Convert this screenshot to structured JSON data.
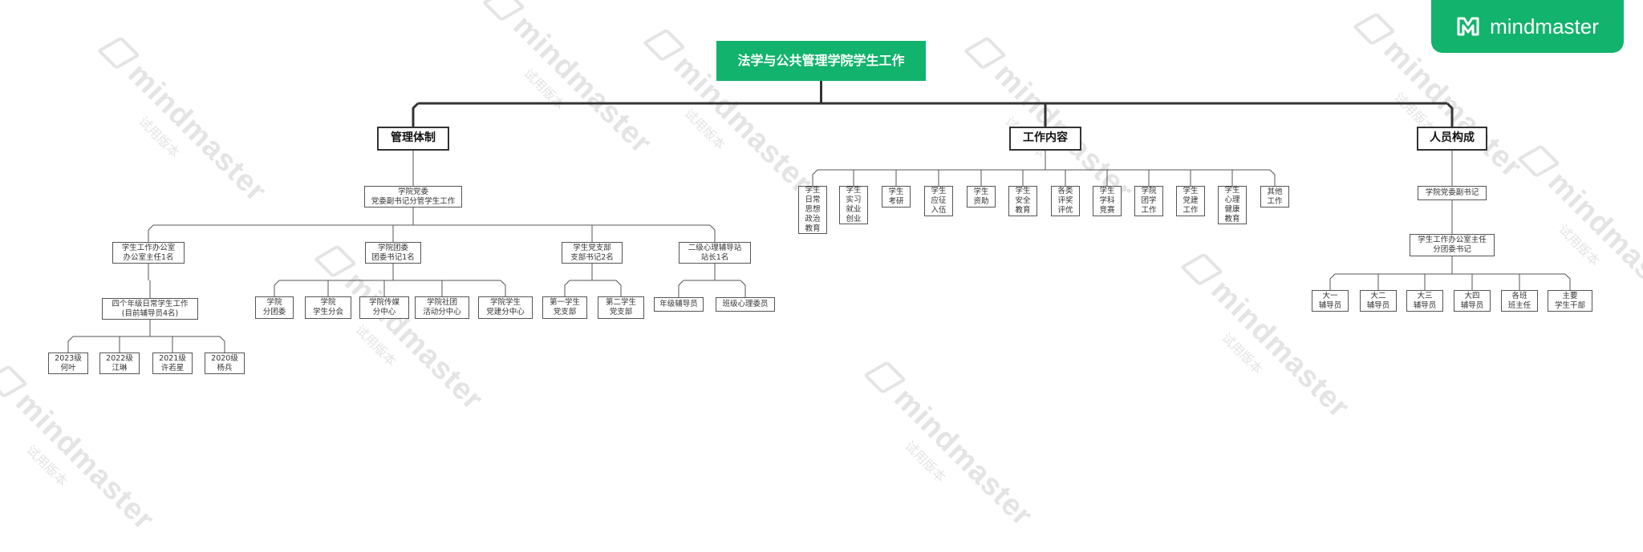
{
  "brand": {
    "name": "mindmaster"
  },
  "watermark": {
    "text": "mindmaster",
    "sub": "试用版本"
  },
  "colors": {
    "root": "#12b36c",
    "line": "#333333",
    "watermark": "#e4e4e4"
  },
  "root": {
    "label": "法学与公共管理学院学生工作"
  },
  "branches": [
    {
      "label": "管理体制",
      "children": [
        {
          "label": "学院党委\n党委副书记分管学生工作",
          "children": [
            {
              "label": "学生工作办公室\n办公室主任1名",
              "children": [
                {
                  "label": "四个年级日常学生工作\n(目前辅导员4名)",
                  "children": [
                    {
                      "label": "2023级\n何叶"
                    },
                    {
                      "label": "2022级\n江琳"
                    },
                    {
                      "label": "2021级\n许若星"
                    },
                    {
                      "label": "2020级\n杨兵"
                    }
                  ]
                }
              ]
            },
            {
              "label": "学院团委\n团委书记1名",
              "children": [
                {
                  "label": "学院\n分团委"
                },
                {
                  "label": "学院\n学生分会"
                },
                {
                  "label": "学院传媒\n分中心"
                },
                {
                  "label": "学院社团\n活动分中心"
                },
                {
                  "label": "学院学生\n党建分中心"
                }
              ]
            },
            {
              "label": "学生党支部\n支部书记2名",
              "children": [
                {
                  "label": "第一学生\n党支部"
                },
                {
                  "label": "第二学生\n党支部"
                }
              ]
            },
            {
              "label": "二级心理辅导站\n站长1名",
              "children": [
                {
                  "label": "年级辅导员"
                },
                {
                  "label": "班级心理委员"
                }
              ]
            }
          ]
        }
      ]
    },
    {
      "label": "工作内容",
      "children": [
        {
          "label": "学生\n日常\n思想\n政治\n教育"
        },
        {
          "label": "学生\n实习\n就业\n创业"
        },
        {
          "label": "学生\n考研"
        },
        {
          "label": "学生\n应征\n入伍"
        },
        {
          "label": "学生\n资助"
        },
        {
          "label": "学生\n安全\n教育"
        },
        {
          "label": "各类\n评奖\n评优"
        },
        {
          "label": "学生\n学科\n竞赛"
        },
        {
          "label": "学院\n团学\n工作"
        },
        {
          "label": "学生\n党建\n工作"
        },
        {
          "label": "学生\n心理\n健康\n教育"
        },
        {
          "label": "其他\n工作"
        }
      ]
    },
    {
      "label": "人员构成",
      "children": [
        {
          "label": "学院党委副书记",
          "children": [
            {
              "label": "学生工作办公室主任\n分团委书记",
              "children": [
                {
                  "label": "大一\n辅导员"
                },
                {
                  "label": "大二\n辅导员"
                },
                {
                  "label": "大三\n辅导员"
                },
                {
                  "label": "大四\n辅导员"
                },
                {
                  "label": "各班\n班主任"
                },
                {
                  "label": "主要\n学生干部"
                }
              ]
            }
          ]
        }
      ]
    }
  ]
}
